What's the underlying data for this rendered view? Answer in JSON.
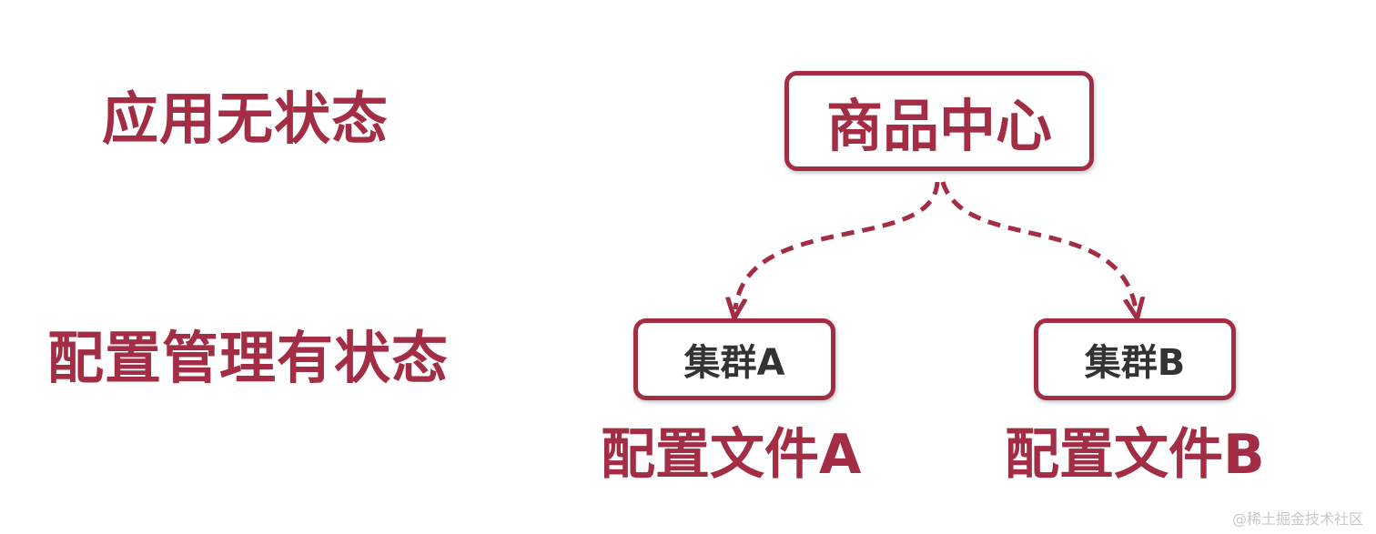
{
  "left_labels": {
    "stateless": "应用无状态",
    "stateful": "配置管理有状态"
  },
  "center_node": {
    "label": "商品中心"
  },
  "clusters": [
    {
      "label": "集群A",
      "config": "配置文件A"
    },
    {
      "label": "集群B",
      "config": "配置文件B"
    }
  ],
  "watermark": "@稀土掘金技术社区",
  "colors": {
    "accent": "#a22d44",
    "text_dark": "#333333",
    "watermark": "#c8c8c8"
  }
}
